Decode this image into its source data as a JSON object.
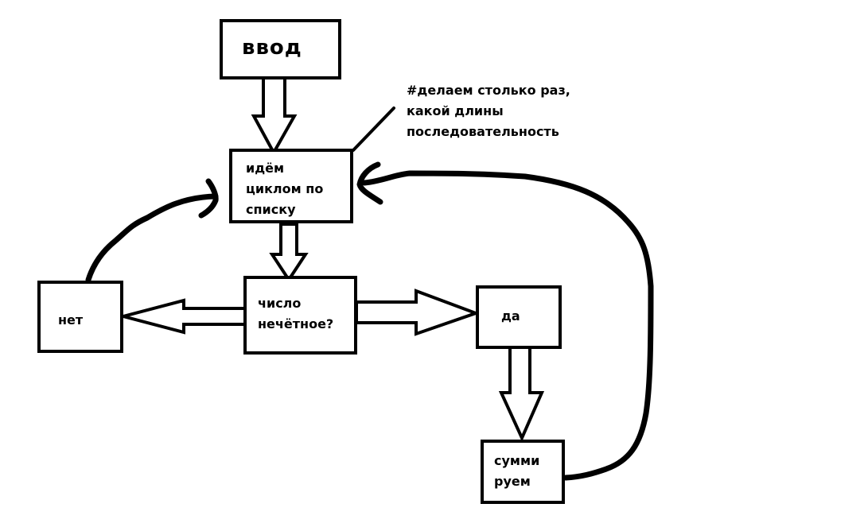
{
  "diagram": {
    "nodes": {
      "input": {
        "label": "ввод"
      },
      "loop": {
        "label": "идём\nциклом по\nсписку"
      },
      "check": {
        "label": "число\nнечётное?"
      },
      "no": {
        "label": "нет"
      },
      "yes": {
        "label": "да"
      },
      "sum": {
        "label": "сумми\nруем"
      }
    },
    "comment": {
      "text": "#делаем столько раз,\nкакой длины\nпоследовательность"
    },
    "edges": [
      {
        "from": "input",
        "to": "loop",
        "style": "block-arrow"
      },
      {
        "from": "loop",
        "to": "check",
        "style": "block-arrow"
      },
      {
        "from": "check",
        "to": "no",
        "style": "block-arrow"
      },
      {
        "from": "check",
        "to": "yes",
        "style": "block-arrow"
      },
      {
        "from": "yes",
        "to": "sum",
        "style": "block-arrow"
      },
      {
        "from": "no",
        "to": "loop",
        "style": "freehand-arrow"
      },
      {
        "from": "sum",
        "to": "loop",
        "style": "freehand-arrow"
      },
      {
        "from": "comment",
        "to": "loop",
        "style": "callout-line"
      }
    ],
    "colors": {
      "stroke": "#000000",
      "background": "#ffffff"
    }
  }
}
